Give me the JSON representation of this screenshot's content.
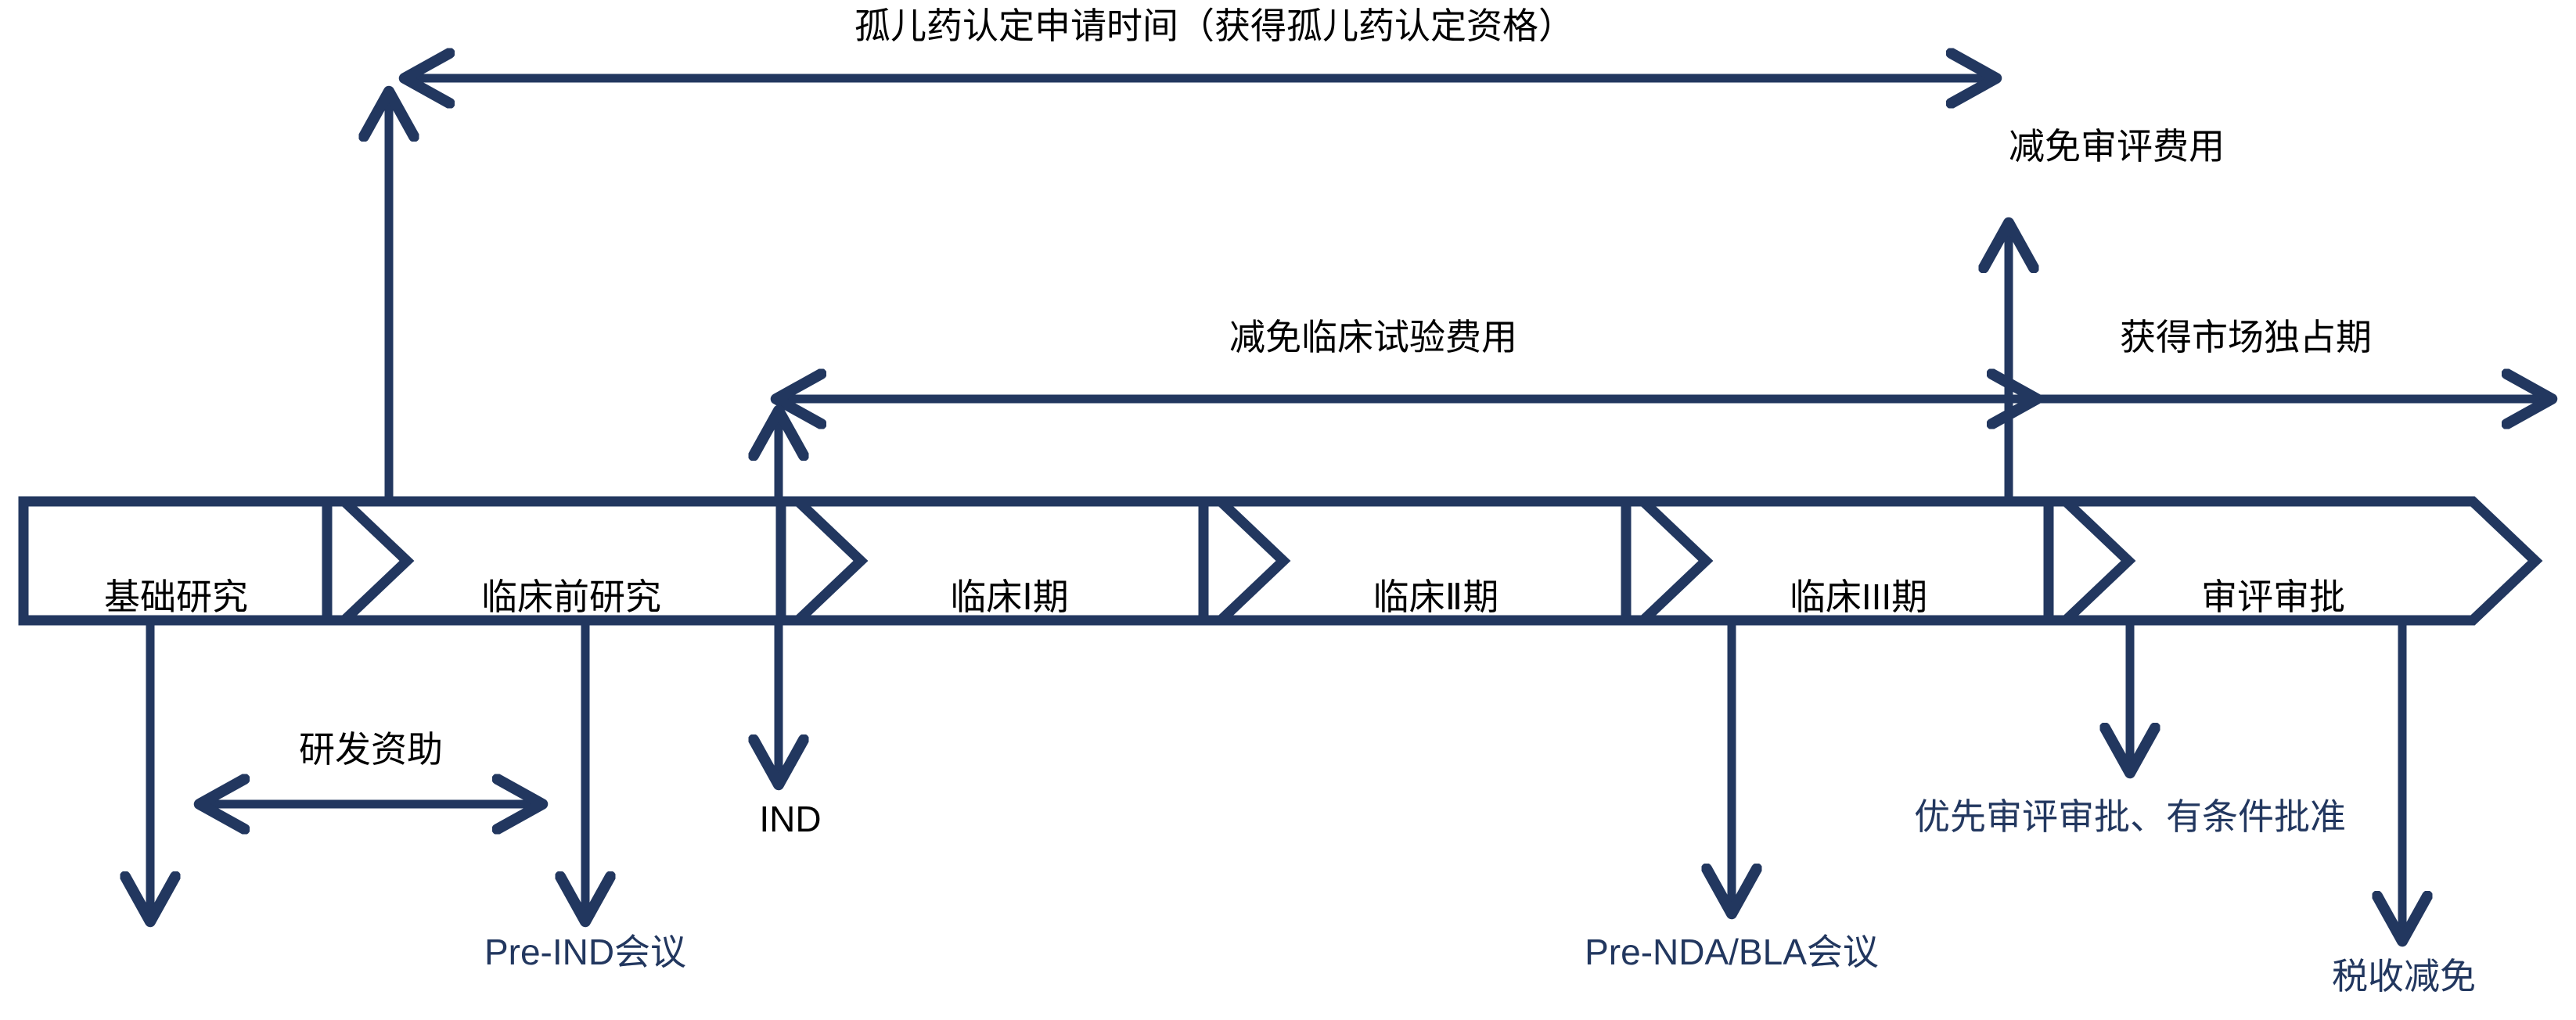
{
  "theme": {
    "line_color": "#22375F",
    "text_black": "#000000",
    "text_navy": "#22375F",
    "background": "#FFFFFF"
  },
  "process_bar": {
    "name": "drug-development-stages",
    "stages": [
      {
        "label": "基础研究"
      },
      {
        "label": "临床前研究"
      },
      {
        "label": "临床Ⅰ期"
      },
      {
        "label": "临床Ⅱ期"
      },
      {
        "label": "临床III期"
      },
      {
        "label": "审评审批"
      }
    ]
  },
  "annotations": {
    "top_span_title": "孤儿药认定申请时间（获得孤儿药认定资格）",
    "fee_waiver_review": "减免审评费用",
    "fee_waiver_clinical_trial": "减免临床试验费用",
    "market_exclusivity": "获得市场独占期",
    "rd_funding": "研发资助",
    "ind": "IND",
    "pre_ind_meeting": "Pre-IND会议",
    "priority_review": "优先审评审批、有条件批准",
    "pre_nda_bla_meeting": "Pre-NDA/BLA会议",
    "tax_reduction": "税收减免"
  }
}
